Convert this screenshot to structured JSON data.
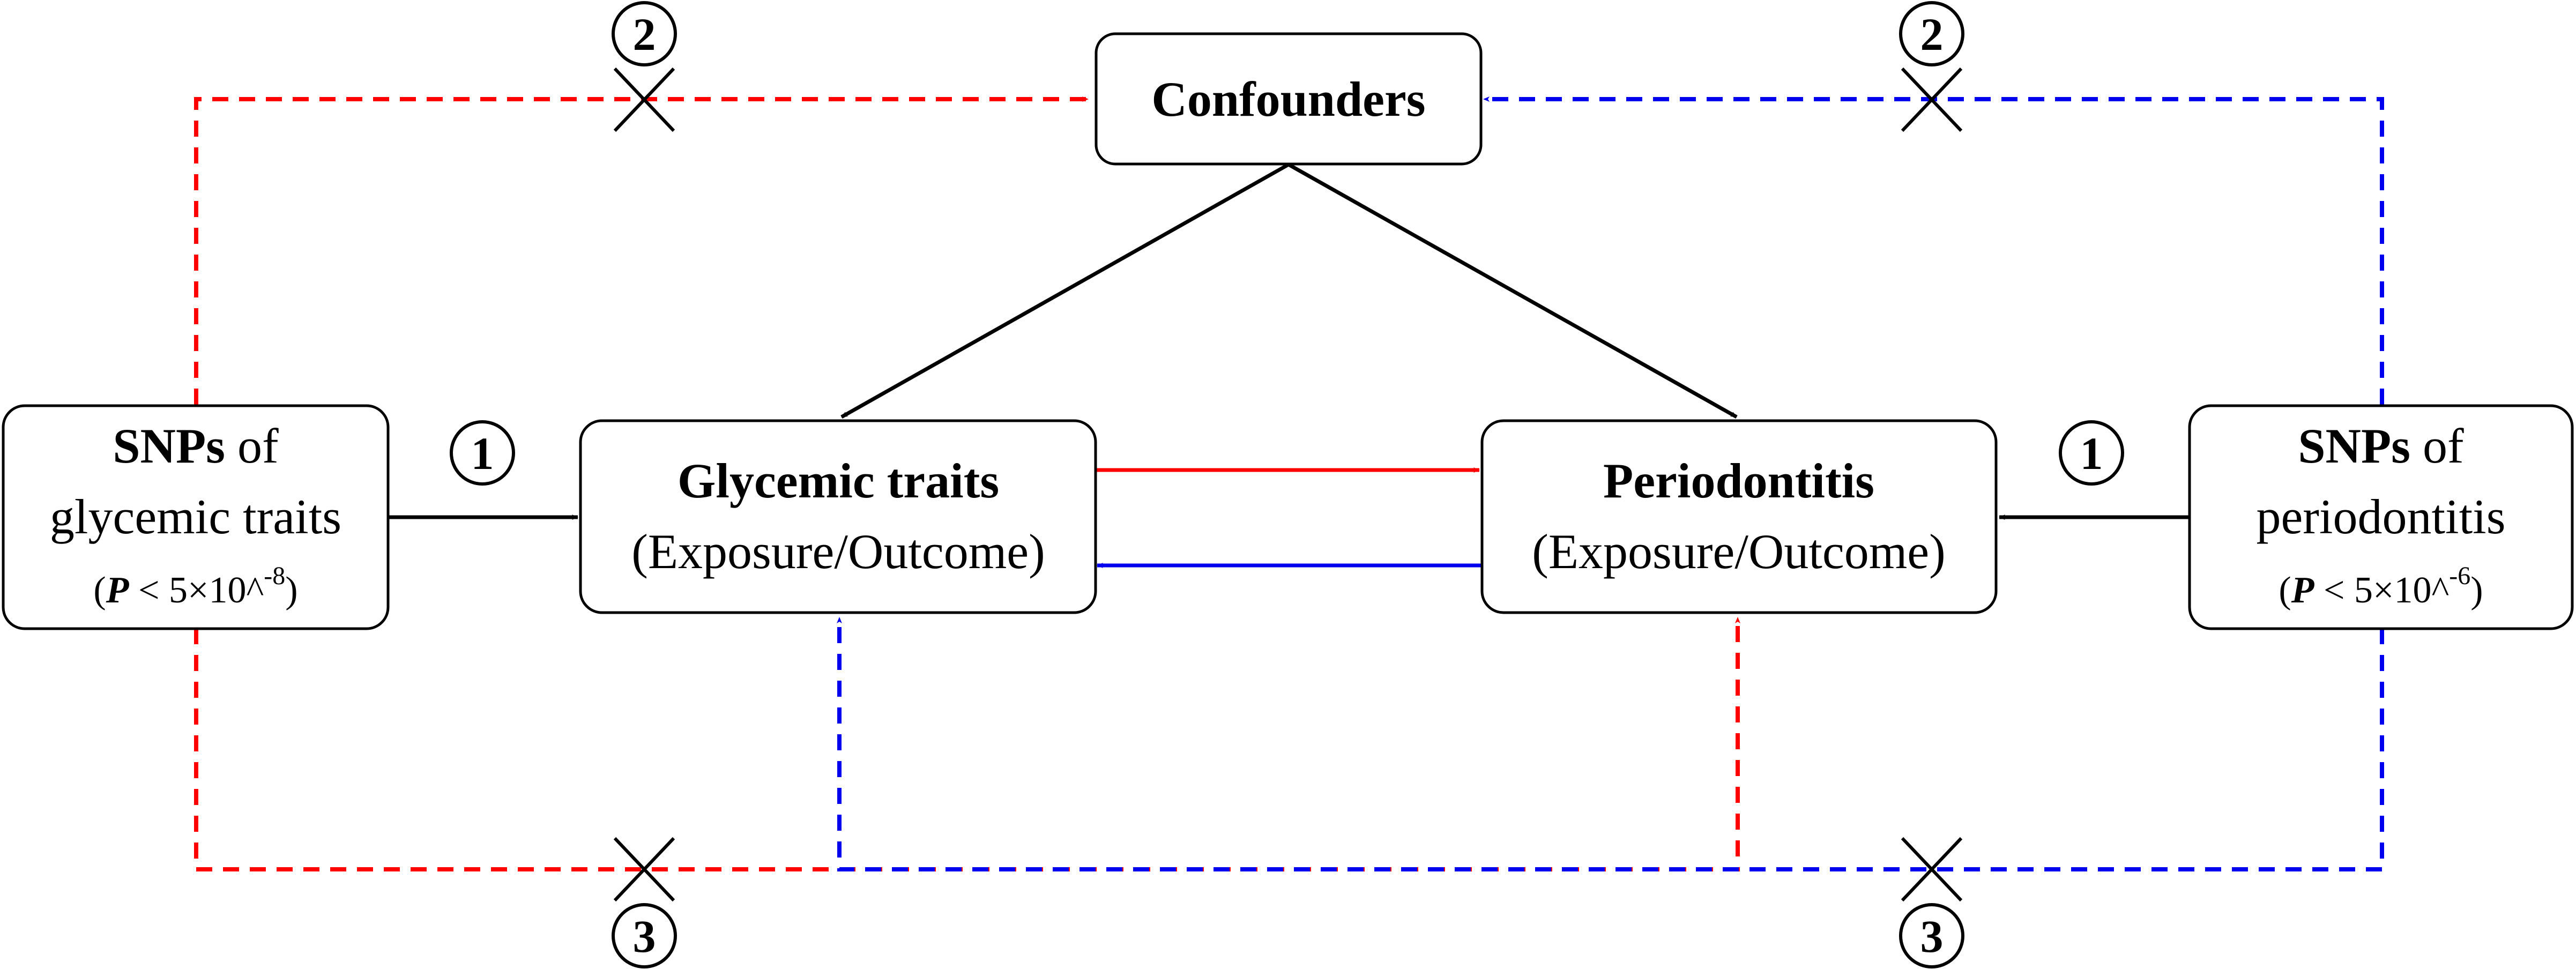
{
  "nodes": {
    "confounders": {
      "label": "Confounders"
    },
    "snps_glycemic": {
      "line1_bold": "SNPs",
      "line1_rest": " of",
      "line2": "glycemic traits",
      "threshold": {
        "open": "(",
        "p": "P",
        "rest": " < 5×10^",
        "exp": "-8",
        "close": ")"
      }
    },
    "glycemic": {
      "title": "Glycemic traits",
      "subtitle": "(Exposure/Outcome)"
    },
    "periodontitis": {
      "title": "Periodontitis",
      "subtitle": "(Exposure/Outcome)"
    },
    "snps_periodontitis": {
      "line1_bold": "SNPs",
      "line1_rest": " of",
      "line2": "periodontitis",
      "threshold": {
        "open": "(",
        "p": "P",
        "rest": " < 5×10^",
        "exp": "-6",
        "close": ")"
      }
    }
  },
  "markers": {
    "m1_left": "1",
    "m1_right": "1",
    "m2_left": "2",
    "m2_right": "2",
    "m3_left": "3",
    "m3_right": "3"
  },
  "colors": {
    "red": "#ff0000",
    "blue": "#0000ee",
    "black": "#000000"
  },
  "icons": {
    "blocked_path": "x-cross-icon",
    "assumption_marker": "numbered-circle-icon"
  }
}
